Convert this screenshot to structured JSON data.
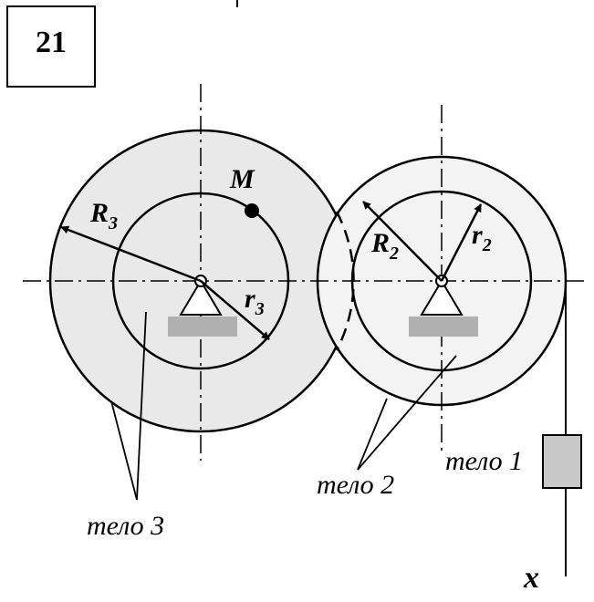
{
  "problem_number": "21",
  "labels": {
    "R3": "R",
    "R3_sub": "3",
    "r3": "r",
    "r3_sub": "3",
    "R2": "R",
    "R2_sub": "2",
    "r2": "r",
    "r2_sub": "2",
    "M": "M",
    "body1": "тело 1",
    "body2": "тело 2",
    "body3": "тело 3",
    "axis_x": "x"
  },
  "colors": {
    "outer_disk_3": "#e9e9e9",
    "outer_disk_2": "#f3f3f3",
    "weight": "#c8c8c8",
    "hatch": "#b0b0b0",
    "stroke": "#000000"
  }
}
